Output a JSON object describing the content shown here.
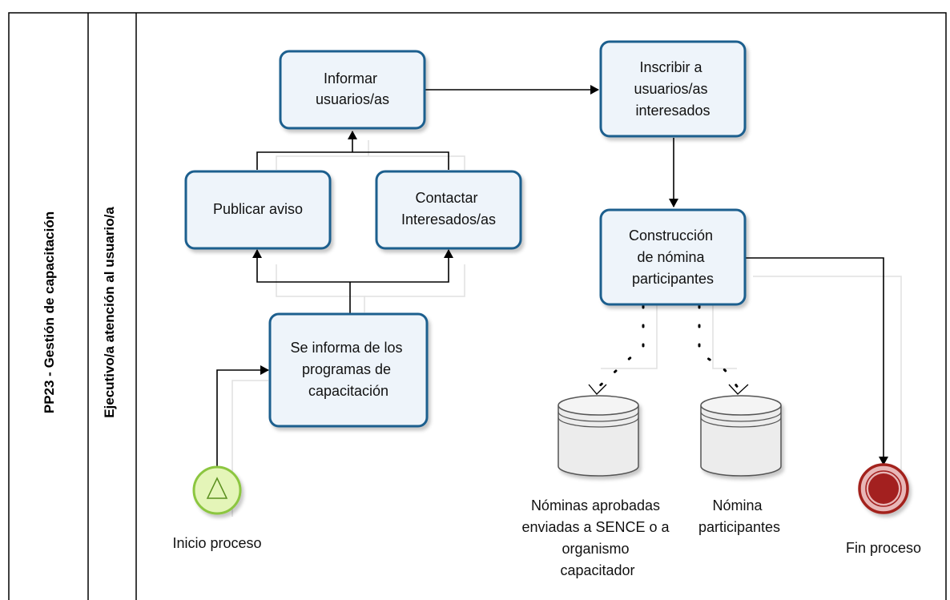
{
  "pool": {
    "label": "PP23 - Gestión de capacitación"
  },
  "lane": {
    "label": "Ejecutivo/a atención al usuario/a"
  },
  "tasks": {
    "informar": {
      "lines": [
        "Informar",
        "usuarios/as"
      ]
    },
    "inscribir": {
      "lines": [
        "Inscribir a",
        "usuarios/as",
        "interesados"
      ]
    },
    "publicar": {
      "lines": [
        "Publicar aviso"
      ]
    },
    "contactar": {
      "lines": [
        "Contactar",
        "Interesados/as"
      ]
    },
    "construccion": {
      "lines": [
        "Construcción",
        "de nómina",
        "participantes"
      ]
    },
    "seinforma": {
      "lines": [
        "Se informa de los",
        "programas de",
        "capacitación"
      ]
    }
  },
  "events": {
    "start": {
      "label": "Inicio proceso"
    },
    "end": {
      "label": "Fin proceso"
    }
  },
  "stores": {
    "nominas": {
      "lines": [
        "Nóminas aprobadas",
        "enviadas a SENCE o a",
        "organismo",
        "capacitador"
      ]
    },
    "nomina": {
      "lines": [
        "Nómina",
        "participantes"
      ]
    }
  },
  "colors": {
    "task_fill": "#eef4fa",
    "task_stroke": "#1e5f8e",
    "start_fill": "#e4f5b8",
    "start_stroke": "#8cc63f",
    "end_fill": "#e8b7b7",
    "end_stroke": "#a3201f",
    "end_inner": "#a3201f"
  }
}
